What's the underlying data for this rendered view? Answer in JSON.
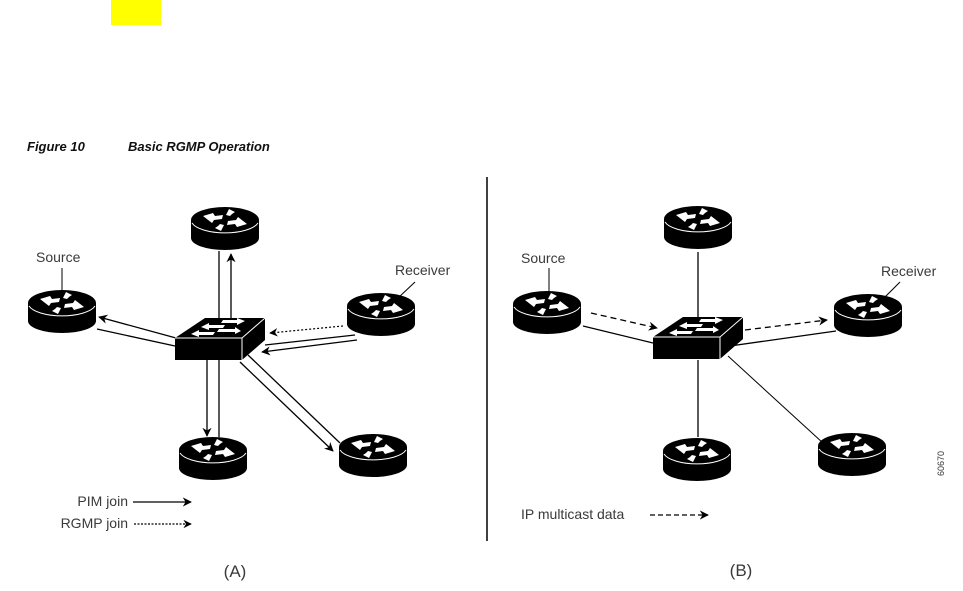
{
  "figure": {
    "number_label": "Figure 10",
    "title": "Basic RGMP Operation",
    "id_code": "60670"
  },
  "highlight_color": "#ffff00",
  "panel_a": {
    "label": "(A)",
    "nodes": {
      "source_label": "Source",
      "receiver_label": "Receiver"
    },
    "legend": [
      {
        "label": "PIM join",
        "style": "solid"
      },
      {
        "label": "RGMP join",
        "style": "dotted"
      }
    ]
  },
  "panel_b": {
    "label": "(B)",
    "nodes": {
      "source_label": "Source",
      "receiver_label": "Receiver"
    },
    "legend": [
      {
        "label": "IP multicast data",
        "style": "dashed"
      }
    ]
  }
}
